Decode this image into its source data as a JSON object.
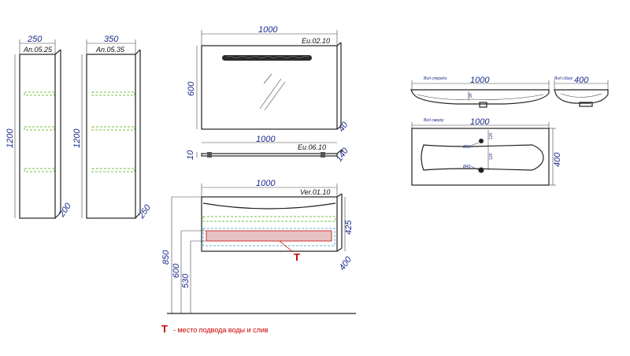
{
  "cabinet_small": {
    "width": "250",
    "code": "An.05.25",
    "height": "1200",
    "depth": "200"
  },
  "cabinet_large": {
    "width": "350",
    "code": "An.05.35",
    "height": "1200",
    "depth": "250"
  },
  "mirror": {
    "width": "1000",
    "code": "Eu.02.10",
    "height": "600",
    "depth": "40"
  },
  "shelf": {
    "width": "1000",
    "code": "Eu.06.10",
    "height": "10",
    "depth": "140"
  },
  "vanity": {
    "width": "1000",
    "code": "Ver.01.10",
    "height_total": "850",
    "h600": "600",
    "h530": "530",
    "body_height": "425",
    "depth": "400"
  },
  "sink_front": {
    "view_label": "Вид спереди",
    "width": "1000",
    "tiny_dim": "90"
  },
  "sink_side": {
    "view_label": "Вид сбоку",
    "width": "400"
  },
  "sink_top": {
    "view_label": "Вид сверху",
    "width": "1000",
    "depth": "400",
    "hole_small": "Ø35",
    "hole_large": "Ø43",
    "dim_a": "120",
    "dim_b": "125"
  },
  "legend": {
    "mark": "T",
    "text": "- место подвода воды и слив"
  },
  "colors": {
    "dimension": "#1a2a8c",
    "outline": "#222222",
    "shelf_dashed": "#7ac143",
    "connection_zone": "#e8c3c3",
    "legend": "#cc0000"
  }
}
